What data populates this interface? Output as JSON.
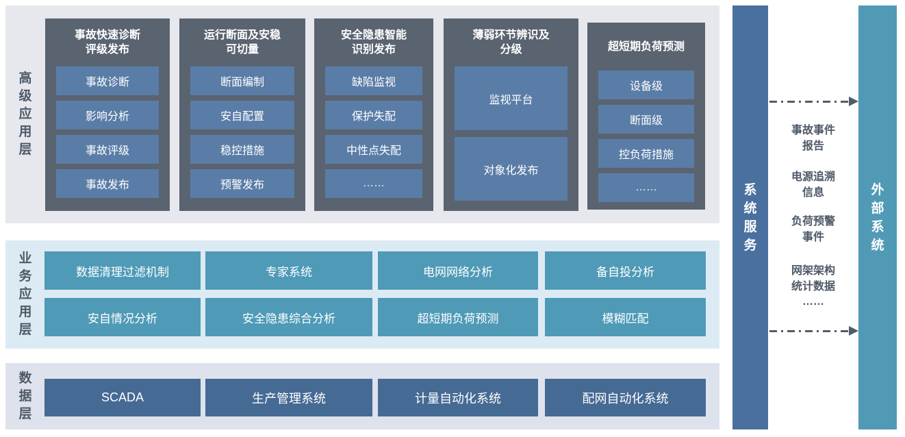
{
  "layers": {
    "advanced": {
      "label": "高级应用层",
      "columns": [
        {
          "title": "事故快速诊断\n评级发布",
          "items": [
            "事故诊断",
            "影响分析",
            "事故评级",
            "事故发布"
          ]
        },
        {
          "title": "运行断面及安稳\n可切量",
          "items": [
            "断面编制",
            "安自配置",
            "稳控措施",
            "预警发布"
          ]
        },
        {
          "title": "安全隐患智能\n识别发布",
          "items": [
            "缺陷监视",
            "保护失配",
            "中性点失配",
            "……"
          ]
        },
        {
          "title": "薄弱环节辨识及\n分级",
          "items": [
            "监视平台",
            "对象化发布"
          ]
        },
        {
          "title": "超短期负荷预测",
          "items": [
            "设备级",
            "断面级",
            "控负荷措施",
            "……"
          ]
        }
      ]
    },
    "business": {
      "label": "业务应用层",
      "items": [
        "数据清理过滤机制",
        "专家系统",
        "电网网络分析",
        "备自投分析",
        "安自情况分析",
        "安全隐患综合分析",
        "超短期负荷预测",
        "模糊匹配"
      ]
    },
    "data": {
      "label": "数据层",
      "items": [
        "SCADA",
        "生产管理系统",
        "计量自动化系统",
        "配网自动化系统"
      ]
    }
  },
  "system_service_bar": {
    "label": "系统服务"
  },
  "external_system_bar": {
    "label": "外部系统"
  },
  "exchange": {
    "items": [
      "事故事件\n报告",
      "电源追溯\n信息",
      "负荷预警\n事件",
      "网架架构\n统计数据",
      "……"
    ]
  },
  "colors": {
    "advanced_layer_bg": "#e6e8ee",
    "business_layer_bg": "#dcebf3",
    "data_layer_bg": "#dee2ec",
    "app_column_bg": "#5a6370",
    "app_item_bg": "#5a7da7",
    "business_item_bg": "#4e9ab7",
    "data_item_bg": "#456a94",
    "system_service_bg": "#49709e",
    "external_system_bg": "#519ab6",
    "arrow_color": "#515c69",
    "layer_label_text": "#4d5a68",
    "exchange_text": "#4d5866",
    "item_text": "#ffffff"
  }
}
